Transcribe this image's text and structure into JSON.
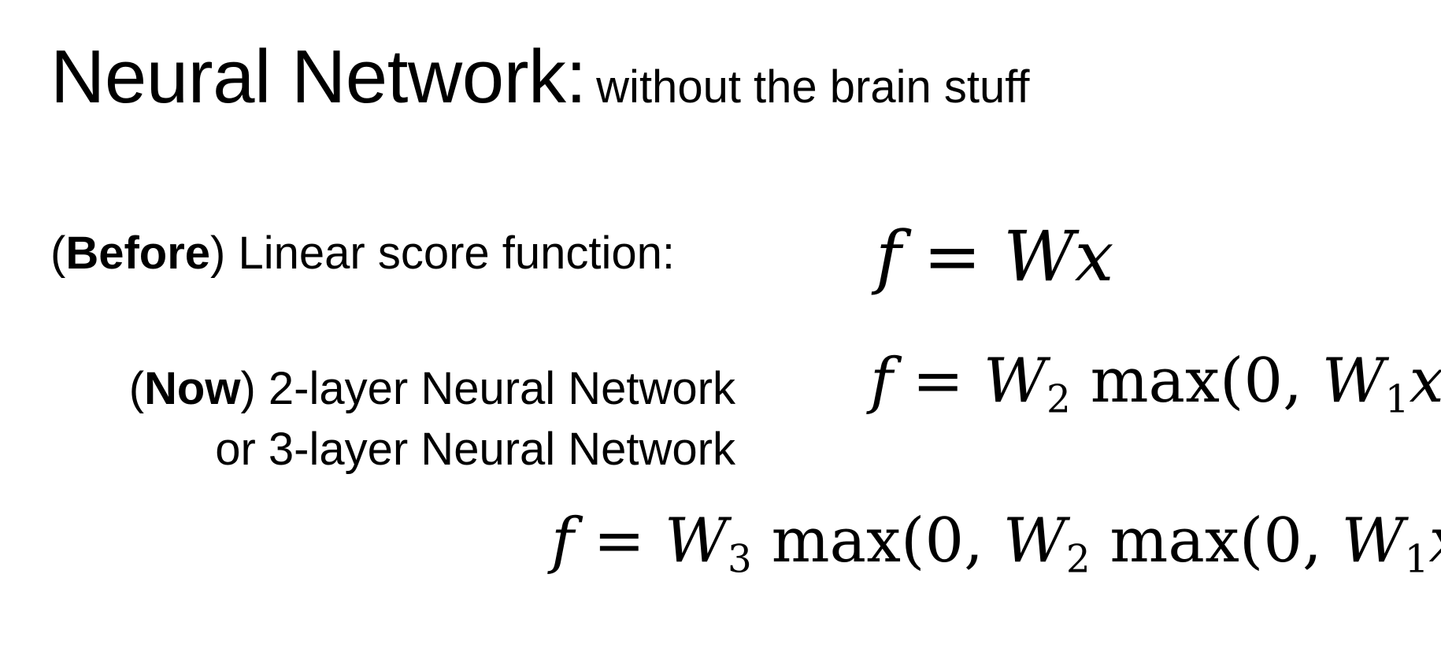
{
  "slide": {
    "title": {
      "main": "Neural Network:",
      "subtitle": "without the brain stuff"
    },
    "rows": {
      "before": {
        "open_paren": "(",
        "bold_word": "Before",
        "rest": ") Linear score function:"
      },
      "now": {
        "open_paren": "(",
        "bold_word": "Now",
        "rest": ") 2-layer Neural Network",
        "line2": "or 3-layer Neural Network"
      }
    },
    "equations": {
      "linear": {
        "f": "f",
        "eq": " = ",
        "W": "W",
        "x": "x"
      },
      "two_layer": {
        "f": "f",
        "eq": " = ",
        "W2": "W",
        "sub2": "2",
        "max": " max(0, ",
        "W1": "W",
        "sub1": "1",
        "x": "x",
        "close": ")"
      },
      "three_layer": {
        "f": "f",
        "eq": " = ",
        "W3": "W",
        "sub3": "3",
        "max1": " max(0, ",
        "W2": "W",
        "sub2": "2",
        "max2": " max(0, ",
        "W1": "W",
        "sub1": "1",
        "x": "x",
        "close": "))"
      }
    }
  }
}
